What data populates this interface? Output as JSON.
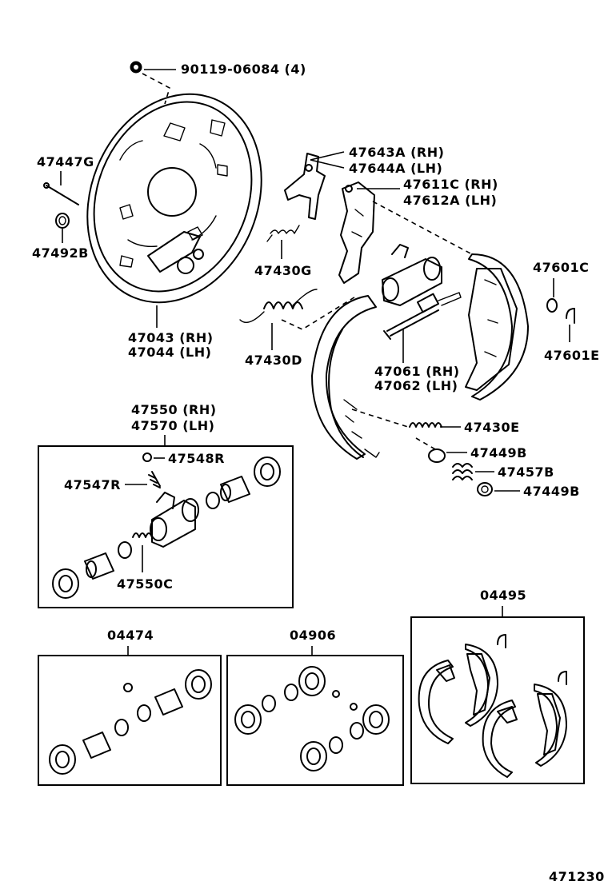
{
  "labels": {
    "bolt": "90119-06084 (4)",
    "hold_down_pin": "47447G",
    "cup": "47492B",
    "backing_plate_rh": "47043 (RH)",
    "backing_plate_lh": "47044 (LH)",
    "lever_rh": "47643A (RH)",
    "lever_lh": "47644A (LH)",
    "strut_rh": "47611C (RH)",
    "strut_lh": "47612A (LH)",
    "spring_g": "47430G",
    "spring_d": "47430D",
    "adjuster_rh": "47061 (RH)",
    "adjuster_lh": "47062 (LH)",
    "washer_c": "47601C",
    "clip_e": "47601E",
    "spring_e": "47430E",
    "cup_b_upper": "47449B",
    "spring_b": "47457B",
    "cup_b_lower": "47449B",
    "cylinder_rh": "47550 (RH)",
    "cylinder_lh": "47570 (LH)",
    "bleeder_cap": "47548R",
    "bleeder_plug": "47547R",
    "cylinder_cup": "47550C",
    "kit_04495": "04495",
    "kit_04474": "04474",
    "kit_04906": "04906",
    "figure_number": "471230"
  }
}
